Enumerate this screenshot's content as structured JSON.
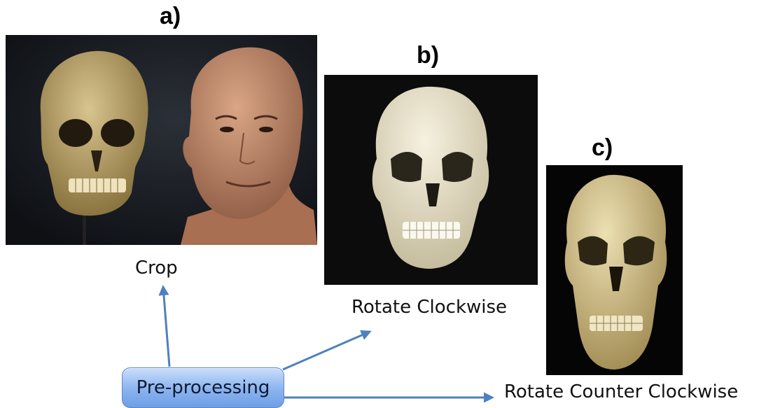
{
  "panels": {
    "a": {
      "label": "a)",
      "caption": "Crop"
    },
    "b": {
      "label": "b)",
      "caption": "Rotate Clockwise"
    },
    "c": {
      "label": "c)",
      "caption": "Rotate Counter Clockwise"
    }
  },
  "center_node": {
    "label": "Pre-processing"
  },
  "colors": {
    "arrow": "#4f81bd",
    "node_fill": "#8ab3ee",
    "photo_bg": "#0b0b0b"
  }
}
